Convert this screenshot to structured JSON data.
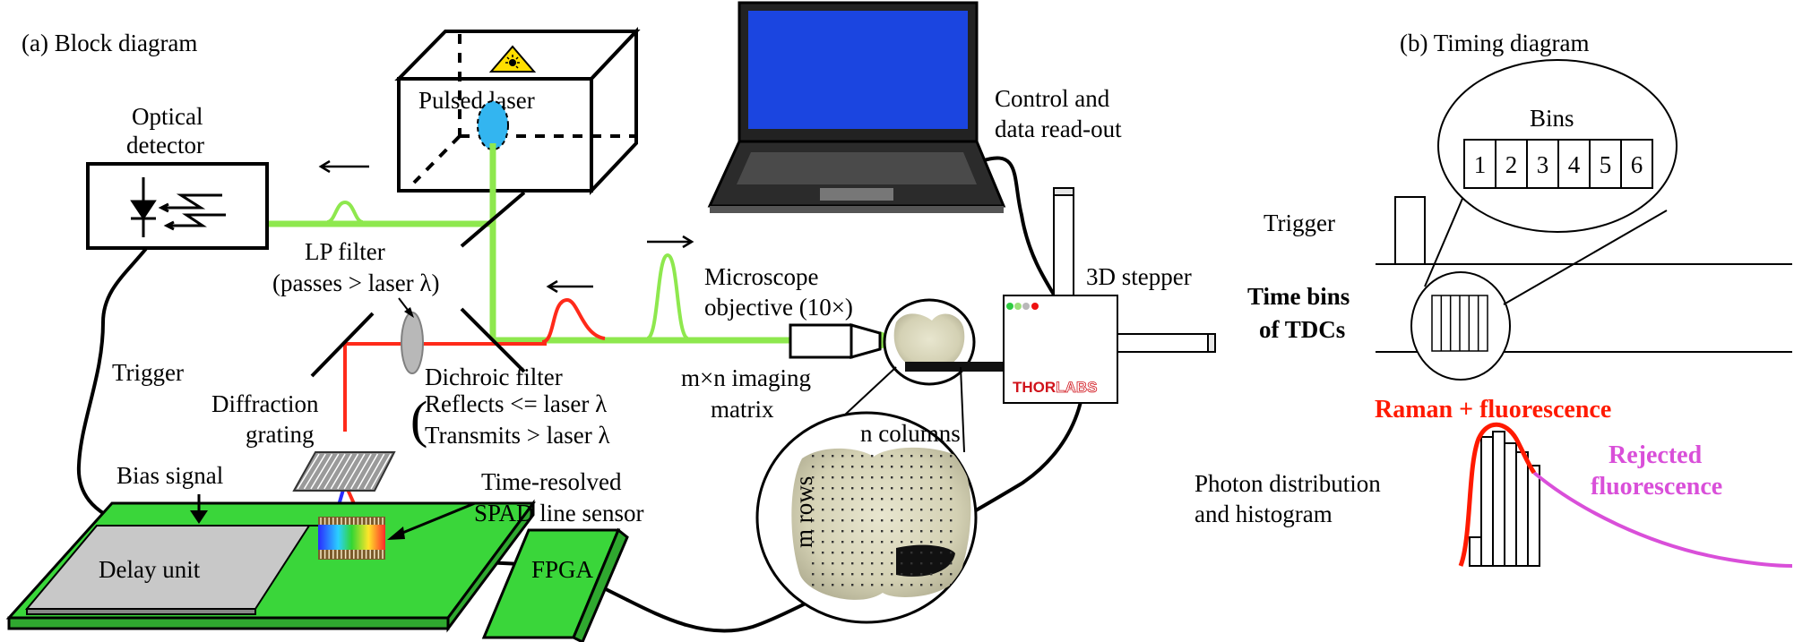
{
  "block_diagram": {
    "title": "(a) Block diagram",
    "pulsed_laser": "Pulsed laser",
    "optical_detector": {
      "line1": "Optical",
      "line2": "detector"
    },
    "lp_filter": {
      "line1": "LP filter",
      "line2": "(passes > laser λ)"
    },
    "dichroic_filter": {
      "line1": "Dichroic filter",
      "line2": "Reflects <= laser λ",
      "line3": "Transmits > laser λ"
    },
    "diffraction_grating": {
      "line1": "Diffraction",
      "line2": "grating"
    },
    "trigger": "Trigger",
    "bias_signal": "Bias signal",
    "delay_unit": "Delay unit",
    "spad_sensor": {
      "line1": "Time-resolved",
      "line2": "SPAD line sensor"
    },
    "fpga": "FPGA",
    "control": {
      "line1": "Control and",
      "line2": "data read-out"
    },
    "microscope_objective": {
      "line1": "Microscope",
      "line2": "objective (10×)"
    },
    "imaging_matrix": {
      "line1": "m×n imaging",
      "line2": "matrix"
    },
    "stepper": "3D stepper",
    "stepper_brand": {
      "part1": "THOR",
      "part2": "LABS"
    },
    "n_columns": "n columns",
    "m_rows": "m rows"
  },
  "timing_diagram": {
    "title": "(b) Timing diagram",
    "bins_label": "Bins",
    "bins": [
      "1",
      "2",
      "3",
      "4",
      "5",
      "6"
    ],
    "trigger": "Trigger",
    "time_bins": {
      "line1": "Time bins",
      "line2": "of TDCs"
    },
    "raman": "Raman + fluorescence",
    "rejected": {
      "line1": "Rejected",
      "line2": "fluorescence"
    },
    "photon_distribution": {
      "line1": "Photon distribution",
      "line2": "and histogram"
    }
  },
  "colors": {
    "green_beam": "#8ee84e",
    "red_beam": "#ff2a1a",
    "board_green": "#3ad63a",
    "laser_dot": "#33b5f0",
    "raman_red": "#ff1a00",
    "rejected_magenta": "#d94fd9",
    "screen_blue": "#1b45e0"
  }
}
